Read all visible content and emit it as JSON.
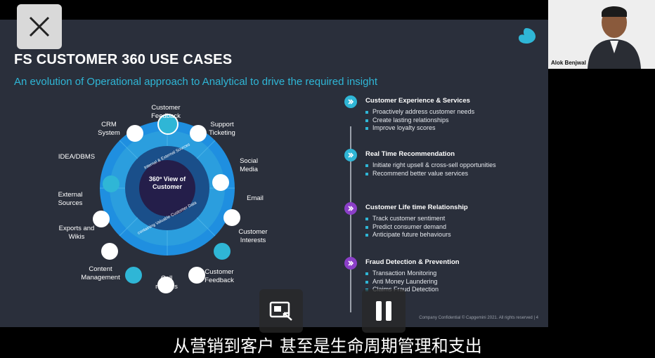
{
  "slide": {
    "title": "FS CUSTOMER 360 USE CASES",
    "subtitle": "An evolution of Operational approach to Analytical to drive the required insight",
    "footer": "Company Confidential © Capgemini 2021. All rights reserved  |   4"
  },
  "wheel": {
    "center": "360º View of Customer",
    "ring_top": "Internal & External Sources",
    "ring_bottom": "containing Valuable Customer Data",
    "labels": {
      "customer_feedback_top": "Customer Feedback",
      "support_ticketing": "Support Ticketing",
      "crm_system": "CRM System",
      "idea_dbms": "IDEA/DBMS",
      "social_media": "Social Media",
      "email": "Email",
      "external_sources": "External Sources",
      "customer_interests": "Customer Interests",
      "exports_wikis": "Exports and Wikis",
      "content_management": "Content Management",
      "call_records": "Call records",
      "customer_feedback_bottom": "Customer Feedback"
    }
  },
  "sections": [
    {
      "title": "Customer Experience & Services",
      "items": [
        "Proactively address customer needs",
        "Create lasting relationships",
        "Improve loyalty scores"
      ],
      "color": "#2fb6d6"
    },
    {
      "title": "Real Time Recommendation",
      "items": [
        "Initiate right upsell & cross-sell opportunities",
        "Recommend better value services"
      ],
      "color": "#2fb6d6"
    },
    {
      "title": "Customer Life time Relationship",
      "items": [
        "Track customer sentiment",
        "Predict consumer demand",
        "Anticipate future behaviours"
      ],
      "color": "#8b3fc8"
    },
    {
      "title": "Fraud Detection & Prevention",
      "items": [
        "Transaction Monitoring",
        "Anti Money Laundering",
        "Claims Fraud Detection"
      ],
      "color": "#8b3fc8"
    }
  ],
  "video": {
    "participant_name": "Alok Benjwal"
  },
  "caption": "从营销到客户  甚至是生命周期管理和支出",
  "colors": {
    "accent": "#2fb6d6",
    "purple": "#8b3fc8",
    "slide_bg": "#2a2f3b"
  }
}
